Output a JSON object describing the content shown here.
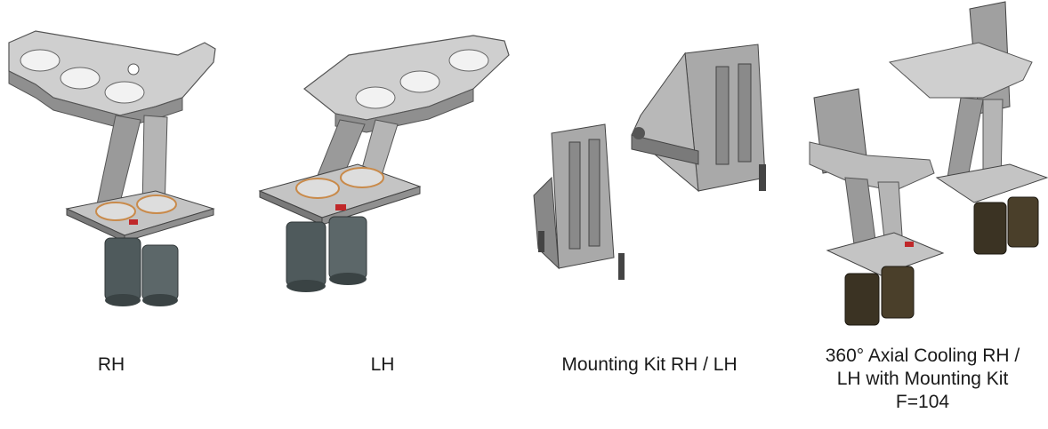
{
  "products": [
    {
      "caption_lines": [
        "RH"
      ],
      "illustration": "rh-unit-illustration"
    },
    {
      "caption_lines": [
        "LH"
      ],
      "illustration": "lh-unit-illustration"
    },
    {
      "caption_lines": [
        "Mounting Kit RH / LH"
      ],
      "illustration": "mounting-kit-illustration"
    },
    {
      "caption_lines": [
        "360° Axial Cooling RH /",
        "LH with Mounting Kit",
        "F=104"
      ],
      "illustration": "axial-cooling-illustration"
    }
  ],
  "colors": {
    "metal_light": "#d8d8d8",
    "metal_mid": "#a9a9a9",
    "metal_dark": "#6f6f6f",
    "motor": "#4f5a5c",
    "motor_dark": "#2f3637",
    "brass": "#5a4a2e",
    "ring": "#c98a4a",
    "label_red": "#c0282a"
  }
}
